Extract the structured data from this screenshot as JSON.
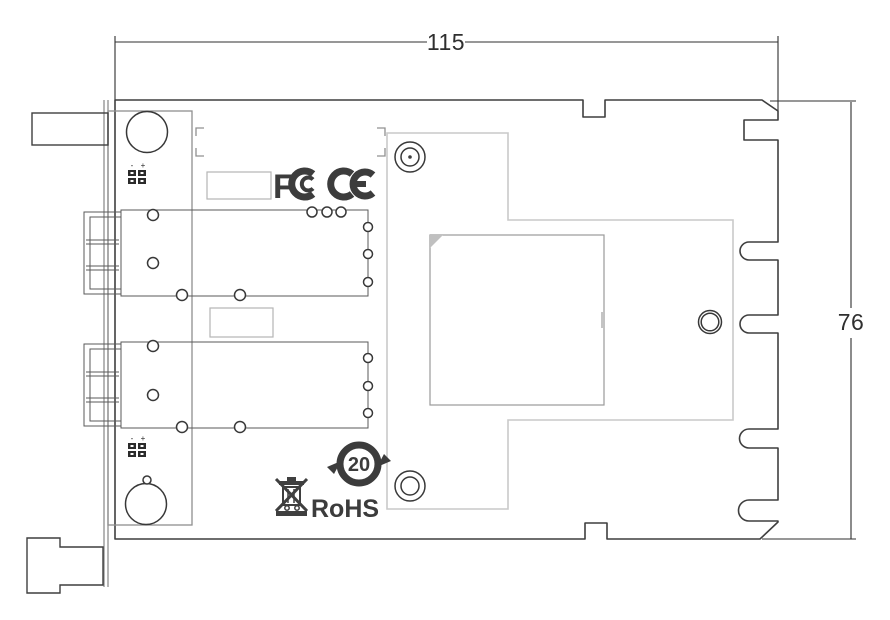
{
  "dimensions": {
    "width_label": "115",
    "height_label": "76"
  },
  "logos": {
    "fcc_letter": "F",
    "rohs_label": "RoHS",
    "efup_years": "20"
  },
  "led_marks": {
    "minus": "-",
    "plus": "+"
  },
  "icons": {
    "fcc": "FCC certification mark",
    "ce": "CE certification mark",
    "weee": "crossed-out wheeled bin",
    "efup": "circular-arrows ring with years"
  },
  "colors": {
    "background": "#ffffff",
    "outline_dark": "#3f3f3f",
    "panel_gray": "#8f8f8f",
    "mezzanine_gray": "#c9c9c9",
    "logo_gray": "#3c3c3c",
    "dimension_text": "#2f2f2f"
  }
}
